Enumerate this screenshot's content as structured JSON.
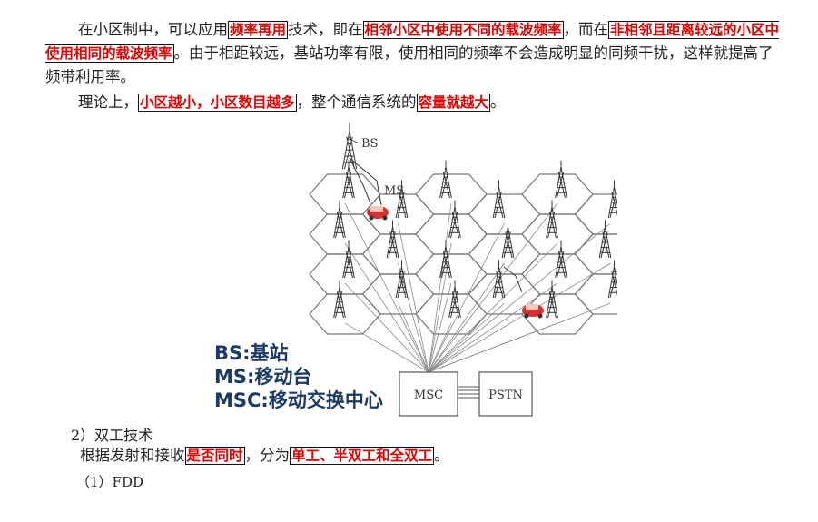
{
  "paragraph1": {
    "t1": "在小区制中，可以应用",
    "h1": "频率再用",
    "t2": "技术，即在",
    "h2": "相邻小区中使用不同的载波频率",
    "t3": "，而在",
    "h3": "非相邻且距离较远的小区中使用相同的载波频率",
    "t4": "。由于相距较远，基站功率有限，使用相同的频率不会造成明显的同频干扰，这样就提高了频带利用率。"
  },
  "paragraph2": {
    "t1": "理论上，",
    "h1": "小区越小，小区数目越多",
    "t2": "，整个通信系统的",
    "h2": "容量就越大",
    "t3": "。"
  },
  "figure": {
    "label_bs": "BS",
    "label_ms": "MS",
    "box_msc": "MSC",
    "box_pstn": "PSTN",
    "legend": [
      "BS:基站",
      "MS:移动台",
      "MSC:移动交换中心"
    ],
    "legend_color": "#1b3a66",
    "car_color": "#d8312f"
  },
  "section_heading": "2）双工技术",
  "paragraph3": {
    "t1": "根据发射和接收",
    "h1": "是否同时",
    "t2": "，分为",
    "h2": "单工、半双工和全双工",
    "t3": "。"
  },
  "subheading": "（1）FDD",
  "colors": {
    "highlight_text": "#e30000",
    "highlight_border": "#111111"
  }
}
